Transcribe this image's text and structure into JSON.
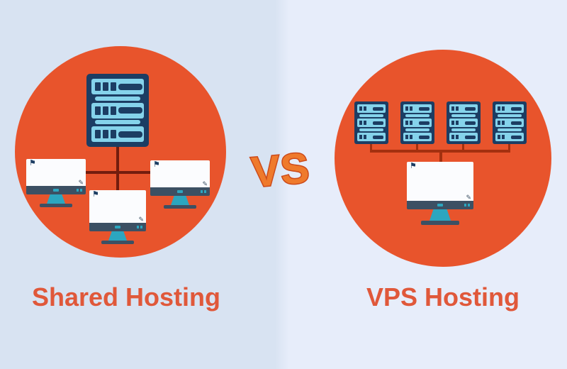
{
  "colors": {
    "background_left": "#D8E3F2",
    "background_right": "#E7EDFA",
    "circle_orange": "#E8542C",
    "server_navy": "#1C3D63",
    "server_blue": "#85D3EB",
    "monitor_bezel": "#3C5063",
    "monitor_stand_teal": "#2CA6BF",
    "screen_white": "#FBFCFE",
    "connector_left": "#731D0E",
    "connector_right": "#A3300F",
    "heading_orange": "#E0583A",
    "vs_fill": "#EF7A2C",
    "vs_outline": "#CC4B1B"
  },
  "left_panel": {
    "label": "Shared Hosting"
  },
  "right_panel": {
    "label": "VPS Hosting"
  },
  "divider": {
    "vs_label": "VS"
  },
  "icons": {
    "server_rack": "layered-rectangles-css-shape",
    "monitor": "screen-stand-css-shape",
    "flag_glyph": "⚑",
    "edit_glyph": "✎"
  }
}
